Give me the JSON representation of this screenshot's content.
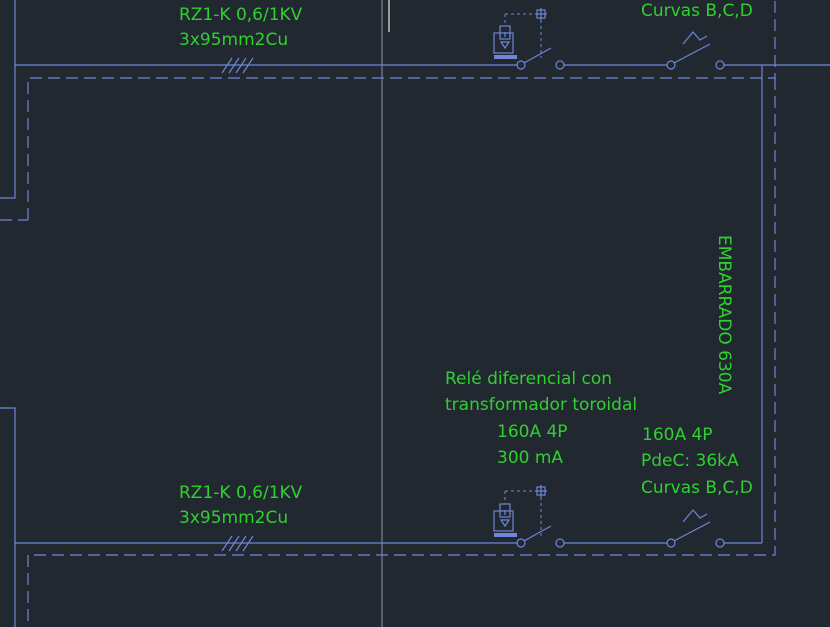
{
  "cable_top": {
    "line1": "RZ1-K 0,6/1KV",
    "line2": "3x95mm2Cu"
  },
  "curve_top": "Curvas B,C,D",
  "busbar": "EMBARRADO 630A",
  "relay_desc": {
    "line1": "Relé diferencial con",
    "line2": "transformador toroidal",
    "line3": "160A 4P",
    "line4": "300 mA"
  },
  "breaker_bottom": {
    "line1": "160A 4P",
    "line2": "PdeC: 36kA",
    "line3": "Curvas B,C,D"
  },
  "cable_bottom": {
    "line1": "RZ1-K 0,6/1KV",
    "line2": "3x95mm2Cu"
  },
  "colors": {
    "background": "#212830",
    "wire": "#6f86d8",
    "text": "#2fd12f"
  }
}
